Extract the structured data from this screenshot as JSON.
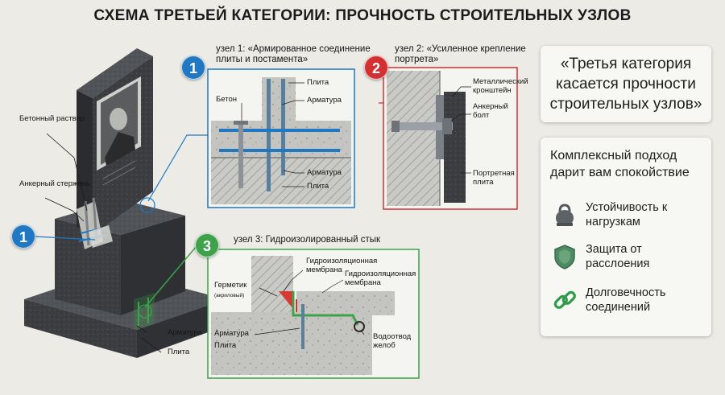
{
  "title": "СХЕМА ТРЕТЬЕЙ КАТЕГОРИИ: ПРОЧНОСТЬ СТРОИТЕЛЬНЫХ УЗЛОВ",
  "colors": {
    "blue": "#1f78c1",
    "red": "#d33033",
    "green": "#3da24a",
    "background": "#ecebe6"
  },
  "monument": {
    "badge": "1",
    "labels": {
      "concrete_mortar": "Бетонный раствор",
      "anchor_rod": "Анкерный стержень",
      "rebar": "Арматура",
      "slab": "Плита"
    }
  },
  "node1": {
    "badge": "1",
    "title": "узел 1: «Армированное соединение плиты и постамента»",
    "labels": {
      "slab_top": "Плита",
      "concrete": "Бетон",
      "rebar_top": "Арматура",
      "rebar_bottom": "Арматура",
      "slab_bottom": "Плита"
    }
  },
  "node2": {
    "badge": "2",
    "title": "узел 2: «Усиленное крепление портрета»",
    "labels": {
      "bracket": "Металлический кронштейн",
      "anchor_bolt": "Анкерный болт",
      "portrait_slab": "Портретная плита"
    }
  },
  "node3": {
    "badge": "3",
    "title": "узел 3: Гидроизолированный стык",
    "labels": {
      "membrane_left": "Гидроизоляционная мембрана",
      "membrane_right": "Гидроизоляционная мембрана",
      "sealant": "Герметик",
      "sealant_note": "(акриловый)",
      "rebar": "Арматура",
      "slab": "Плита",
      "drain": "Водоотвод желоб"
    }
  },
  "quote_card": {
    "text": "«Третья категория касается прочности строительных узлов»"
  },
  "features_card": {
    "heading": "Комплексный подход дарит вам спокойствие",
    "items": [
      {
        "icon": "kettlebell-icon",
        "label": "Устойчивость к нагрузкам"
      },
      {
        "icon": "shield-icon",
        "label": "Защита от расслоения"
      },
      {
        "icon": "chain-link-icon",
        "label": "Долговечность соединений"
      }
    ]
  }
}
